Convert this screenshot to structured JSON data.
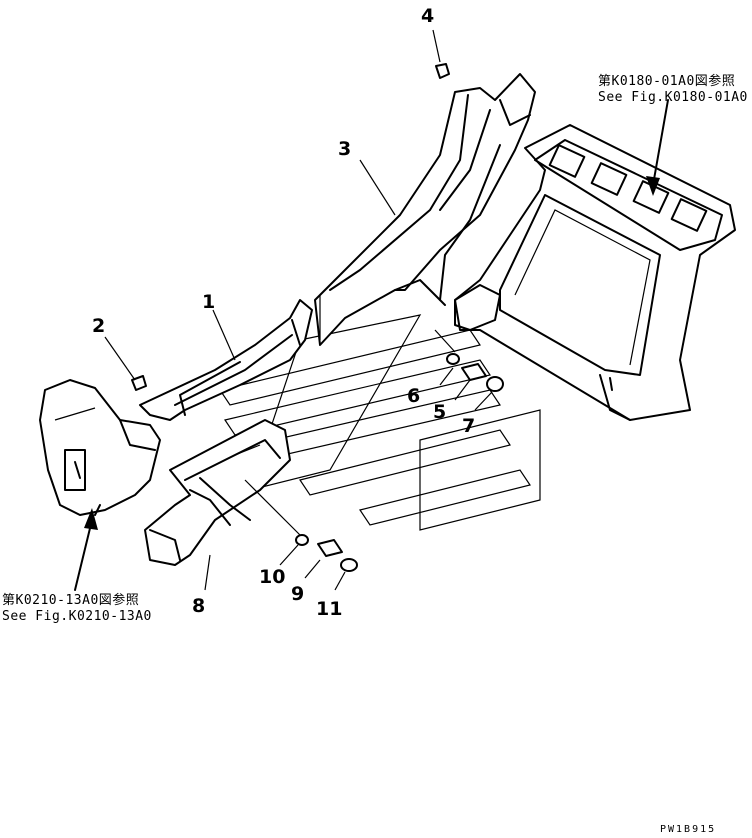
{
  "callouts": [
    {
      "id": "1",
      "label": "1"
    },
    {
      "id": "2",
      "label": "2"
    },
    {
      "id": "3",
      "label": "3"
    },
    {
      "id": "4",
      "label": "4"
    },
    {
      "id": "5",
      "label": "5"
    },
    {
      "id": "6",
      "label": "6"
    },
    {
      "id": "7",
      "label": "7"
    },
    {
      "id": "8",
      "label": "8"
    },
    {
      "id": "9",
      "label": "9"
    },
    {
      "id": "10",
      "label": "10"
    },
    {
      "id": "11",
      "label": "11"
    }
  ],
  "references": {
    "upper_right": {
      "line1": "第K0180-01A0図参照",
      "line2": "See Fig.K0180-01A0"
    },
    "lower_left": {
      "line1": "第K0210-13A0図参照",
      "line2": "See Fig.K0210-13A0"
    }
  },
  "drawing_code": "PW1B915"
}
